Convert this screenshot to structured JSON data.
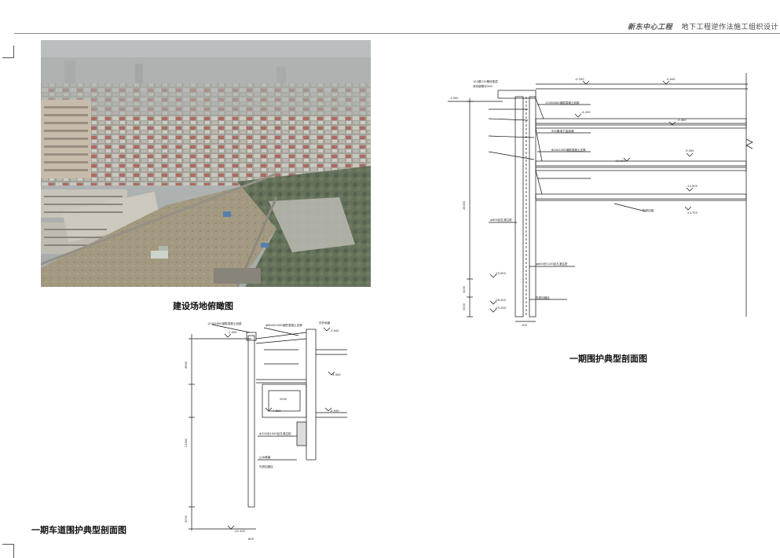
{
  "header": {
    "brand": "新东中心工程",
    "title": "地下工程逆作法施工组织设计"
  },
  "photo": {
    "caption": "建设场地俯瞰图"
  },
  "drawing_right": {
    "caption": "一期围护典型剖面图",
    "top_left_note_1": "100厚C20素砼垫层",
    "top_left_note_2": "双向钢筋@200",
    "top_elev": "-2.000",
    "elevations": [
      "-0.250",
      "-0.000",
      "-4.250",
      "-5.400",
      "-9.500",
      "-10.400",
      "-13.500",
      "-14.750",
      "-25.000",
      "-28.200",
      "-29.200"
    ],
    "notes": [
      "1200X800钢筋混凝土冠梁",
      "900厚地下连续墙",
      "800X1000钢筋混凝土支撑",
      "ф800钻孔灌注桩",
      "坑底加固",
      "ф800@1100钻孔灌注桩",
      "坑底加固区"
    ],
    "dims": [
      "28000",
      "3200",
      "3000",
      "200"
    ]
  },
  "drawing_left": {
    "caption": "一期车道围护典型剖面图",
    "elevations": [
      "-1.000",
      "-3.500",
      "-5.450",
      "-7.800",
      "-8.550",
      "-22.100"
    ],
    "notes": [
      "1200X800钢筋混凝土冠梁",
      "ф800X1000钢筋混凝土支撑",
      "坑外地面",
      "ф700@1000钻孔灌注桩",
      "止水帷幕",
      "坑底加固区"
    ],
    "dims": [
      "21000",
      "3000",
      "2000",
      "4500",
      "800"
    ]
  }
}
